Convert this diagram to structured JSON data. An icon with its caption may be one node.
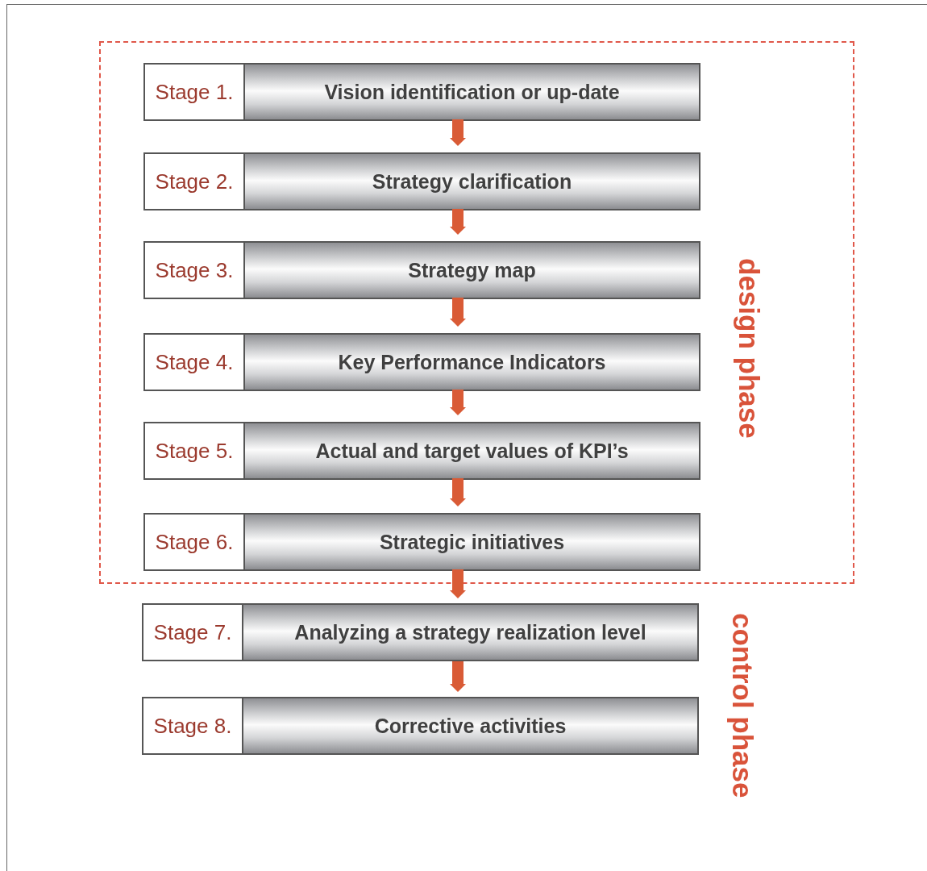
{
  "diagram": {
    "nodes": [
      {
        "text": [
          "design phase"
        ]
      },
      {
        "text": [
          "Stage 1.",
          "Vision identification or up-date"
        ],
        "in": 0
      },
      {
        "text": [
          "Stage 2.",
          "Strategy clarification"
        ],
        "in": 0
      },
      {
        "text": [
          "Stage 3.",
          "Strategy map"
        ],
        "in": 0
      },
      {
        "text": [
          "Stage 4.",
          "Key Performance Indicators"
        ],
        "in": 0
      },
      {
        "text": [
          "Stage 5.",
          "Actual and target values of KPI’s"
        ],
        "in": 0
      },
      {
        "text": [
          "Stage 6.",
          "Strategic initiatives"
        ],
        "in": 0
      },
      {
        "text": [
          "Stage 7.",
          "Analyzing a strategy realization level"
        ]
      },
      {
        "text": [
          "Stage 8.",
          "Corrective activities"
        ]
      }
    ],
    "edges": [
      {
        "from": 1,
        "to": 2,
        "arrow": "to"
      },
      {
        "from": 2,
        "to": 3,
        "arrow": "to"
      },
      {
        "from": 3,
        "to": 4,
        "arrow": "to"
      },
      {
        "from": 4,
        "to": 5,
        "arrow": "to"
      },
      {
        "from": 5,
        "to": 6,
        "arrow": "to"
      },
      {
        "from": 6,
        "to": 7,
        "arrow": "to"
      },
      {
        "from": 7,
        "to": 8,
        "arrow": "to"
      }
    ],
    "labels": [
      "control phase"
    ]
  }
}
